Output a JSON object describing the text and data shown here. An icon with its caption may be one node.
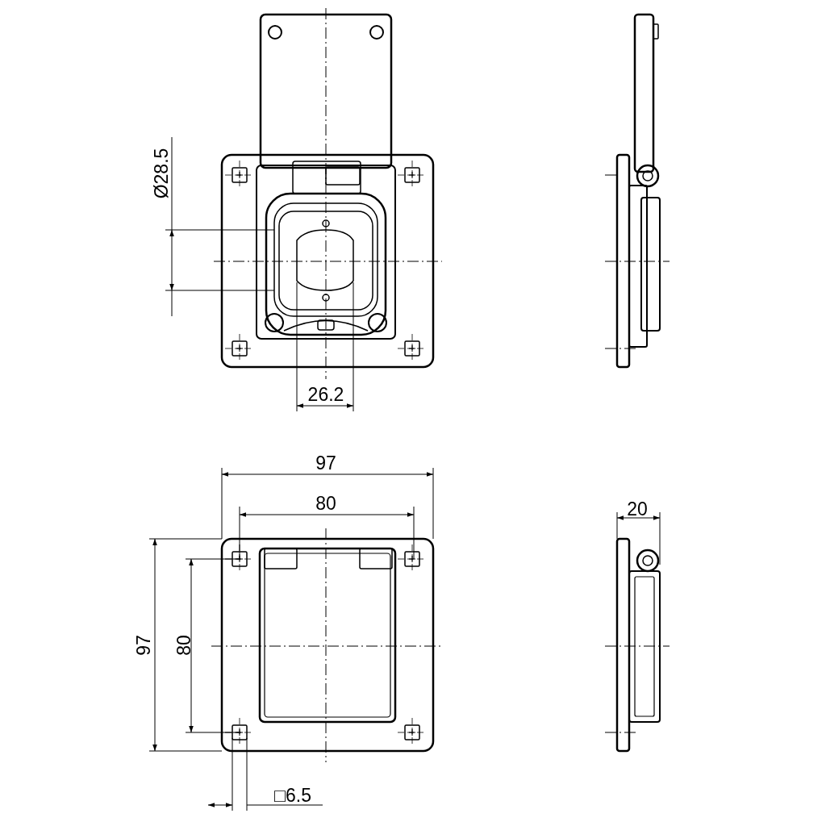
{
  "diagram": {
    "labels": [
      "Ø28.5",
      "26.2",
      "97",
      "80",
      "20",
      "97",
      "80",
      "□6.5"
    ]
  }
}
